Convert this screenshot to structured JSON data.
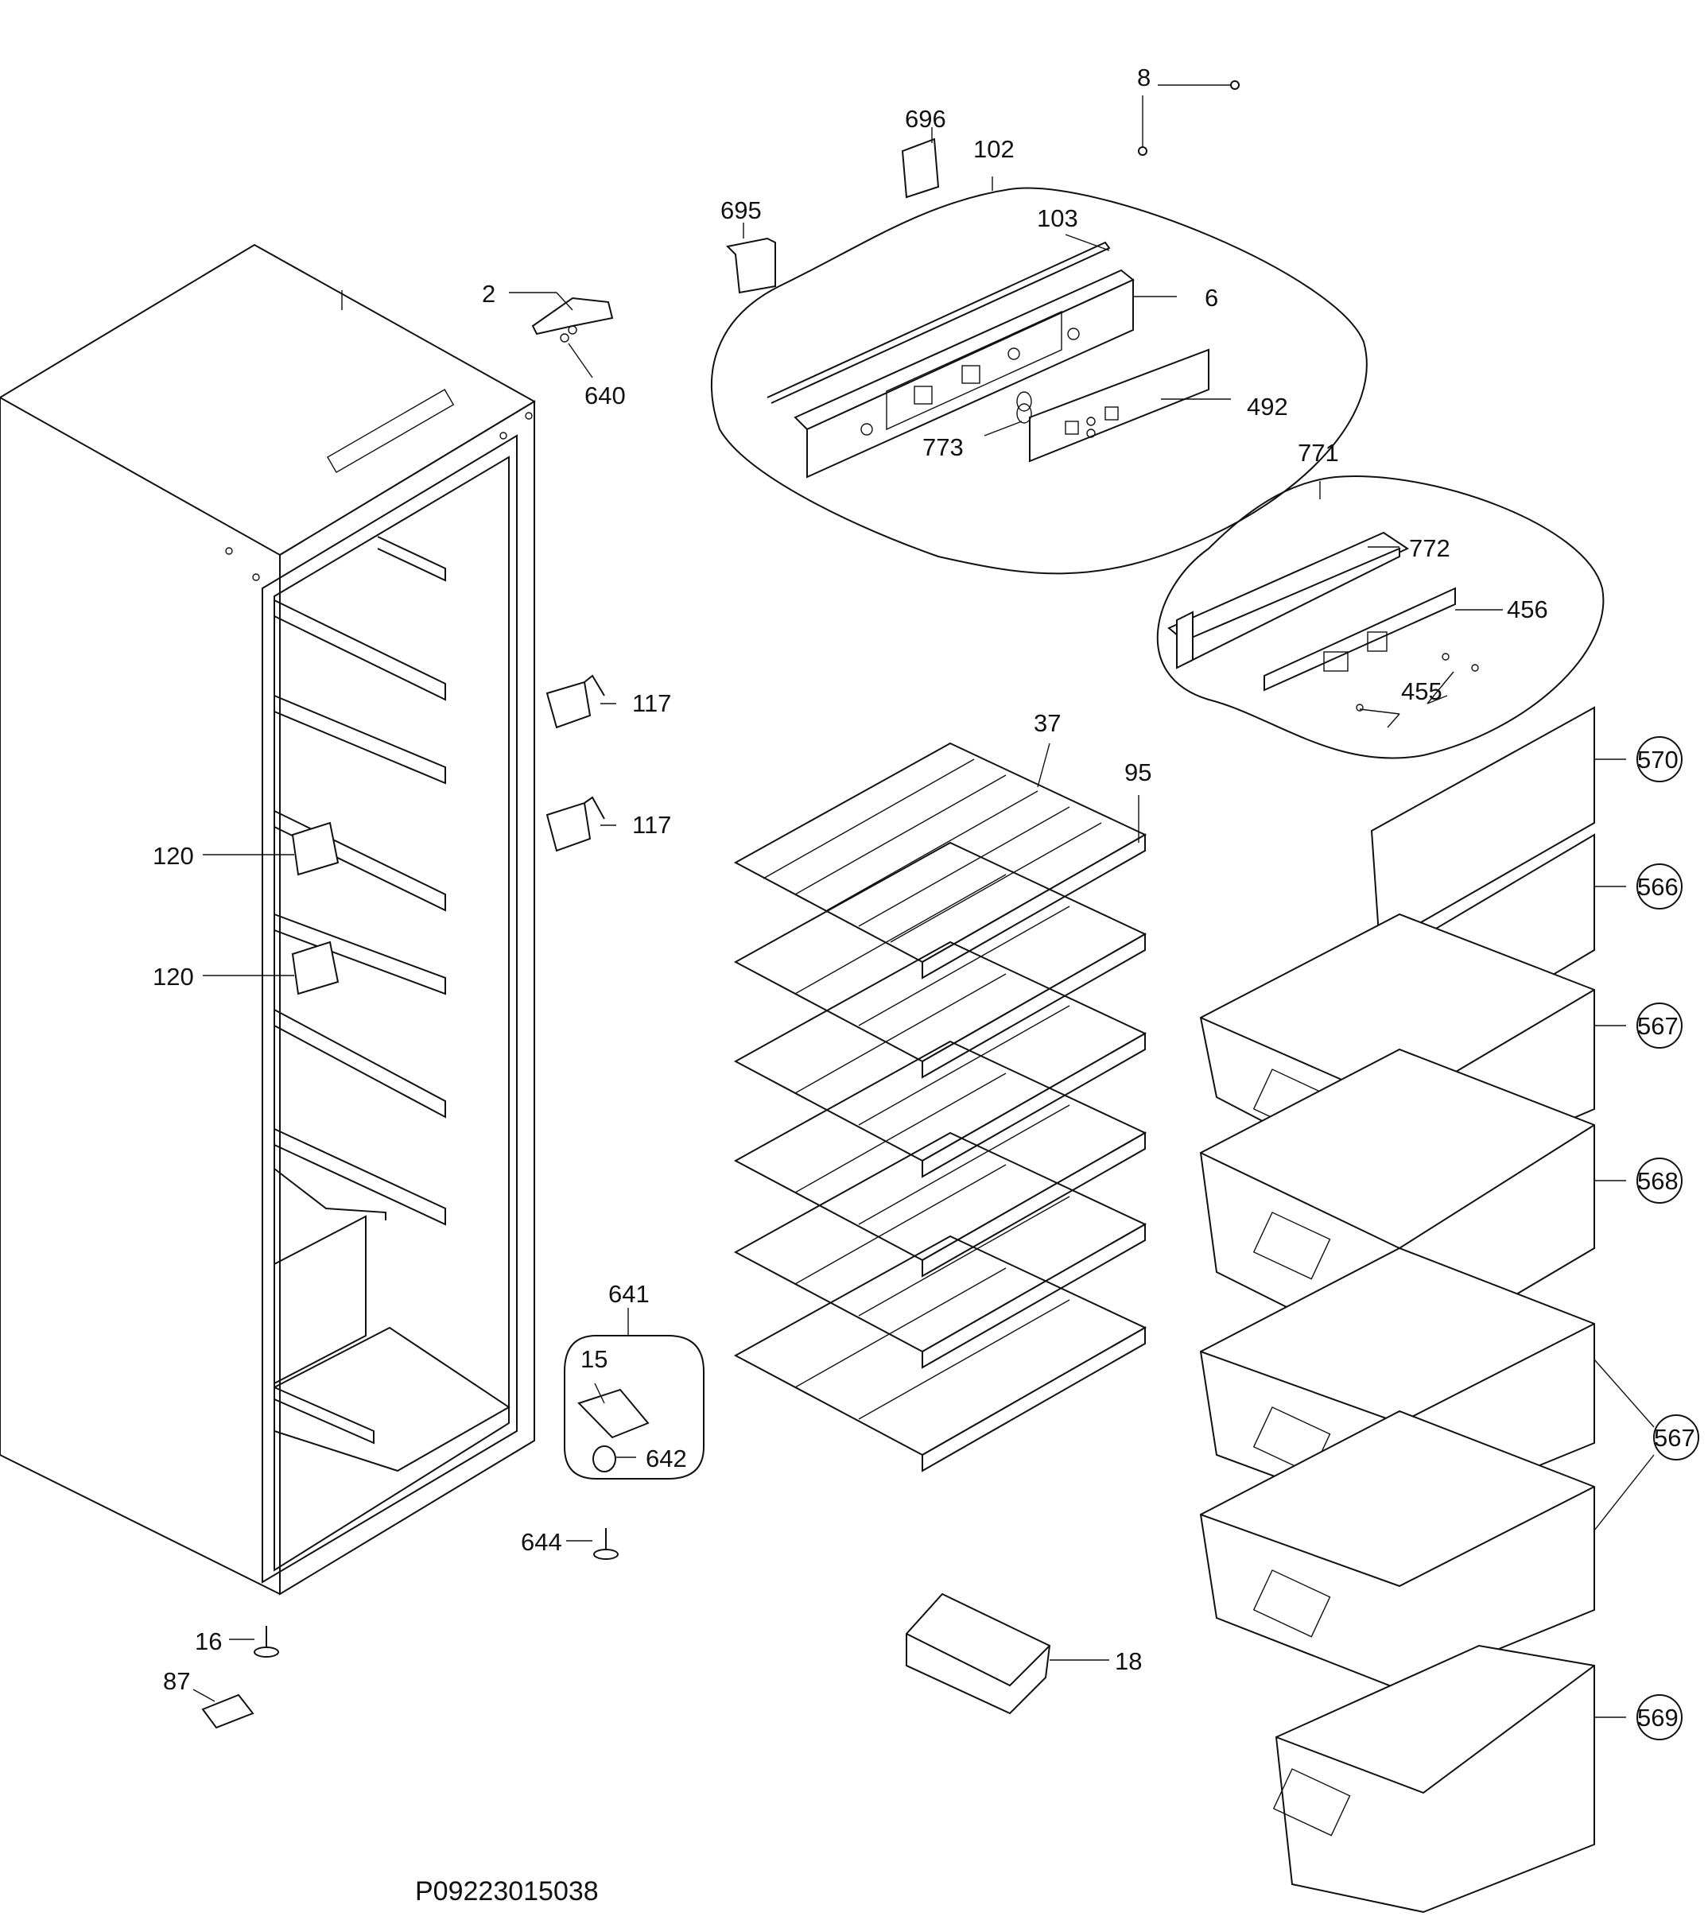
{
  "drawing_code": "P09223015038",
  "labels": {
    "p2": "2",
    "p6": "6",
    "p8": "8",
    "p15": "15",
    "p16": "16",
    "p18": "18",
    "p37": "37",
    "p87": "87",
    "p95": "95",
    "p102": "102",
    "p103": "103",
    "p117a": "117",
    "p117b": "117",
    "p120a": "120",
    "p120b": "120",
    "p455": "455",
    "p456": "456",
    "p492": "492",
    "p566": "566",
    "p567a": "567",
    "p567b": "567",
    "p568": "568",
    "p569": "569",
    "p570": "570",
    "p640": "640",
    "p641": "641",
    "p642": "642",
    "p644": "644",
    "p695": "695",
    "p696": "696",
    "p771": "771",
    "p772": "772",
    "p773": "773"
  }
}
